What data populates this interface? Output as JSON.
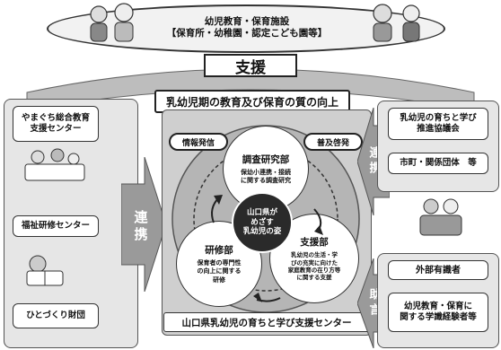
{
  "top": {
    "line1": "幼児教育・保育施設",
    "line2": "【保育所・幼稚園・認定こども園等】"
  },
  "support_label": "支援",
  "quality_title": "乳幼児期の教育及び保育の質の向上",
  "left_panel": {
    "items": [
      {
        "label": "やまぐち総合教育\n支援センター"
      },
      {
        "label": "福祉研修センター"
      },
      {
        "label": "ひとづくり財団"
      }
    ],
    "arrow_label": "連携"
  },
  "center": {
    "info_tag": "情報発信",
    "promo_tag": "普及啓発",
    "core": "山口県が\nめざす\n乳幼児の姿",
    "departments": [
      {
        "title": "調査研究部",
        "desc": "保幼小連携・接続\nに関する調査研究"
      },
      {
        "title": "研修部",
        "desc": "保育者の専門性\nの向上に関する\n研修"
      },
      {
        "title": "支援部",
        "desc": "乳幼児の生活・学\nびの充実に向けた\n家庭教育の在り方等\nに関する支援"
      }
    ],
    "bottom_title": "山口県乳幼児の育ちと学び支援センター"
  },
  "right_panel": {
    "council": {
      "title": "乳幼児の育ちと学び\n推進協議会",
      "members": "市町・関係団体　等"
    },
    "council_arrow": "連携",
    "experts": {
      "title": "外部有識者",
      "desc": "幼児教育・保育に\n関する学識経験者等"
    },
    "experts_arrow": "助言"
  }
}
